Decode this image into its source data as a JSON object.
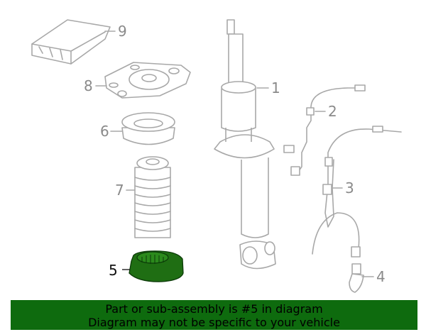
{
  "diagram": {
    "callouts": [
      "1",
      "2",
      "3",
      "4",
      "5",
      "6",
      "7",
      "8",
      "9"
    ],
    "selected_part": "5",
    "highlight_color": "#1f6e13"
  },
  "banner": {
    "line1": "Part or sub-assembly is #5 in diagram",
    "line2": "Diagram may not be specific to your vehicle",
    "color": "#0e6b0e"
  }
}
